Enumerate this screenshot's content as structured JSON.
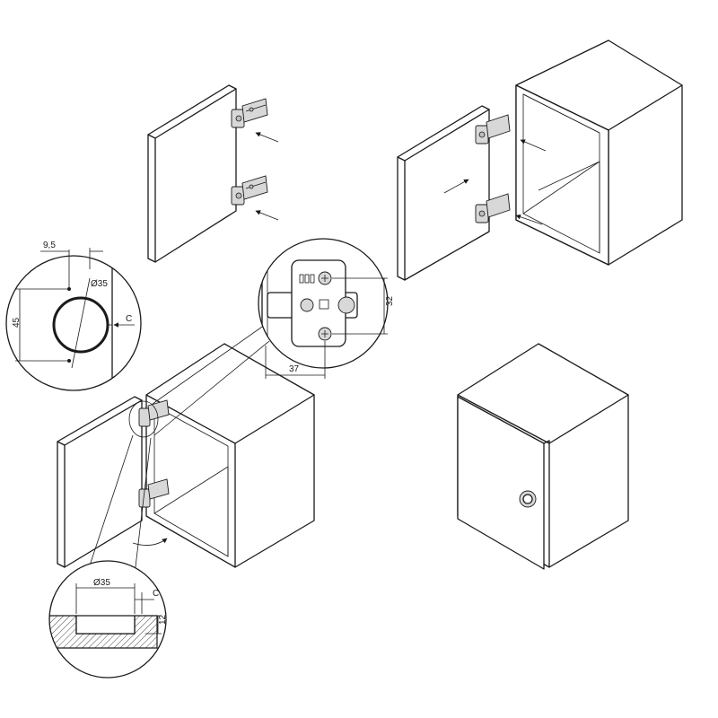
{
  "labels": {
    "top_left_horizontal": "9,5",
    "top_left_vertical": "45",
    "top_left_diameter": "Ø35",
    "top_left_offset": "C",
    "plate_height": "32",
    "plate_width": "37",
    "bottom_diameter": "Ø35",
    "bottom_offset": "C",
    "bottom_depth": "12"
  },
  "colors": {
    "line": "#1a1a1a",
    "hardware_fill": "#d8d8d8",
    "background": "#ffffff"
  }
}
